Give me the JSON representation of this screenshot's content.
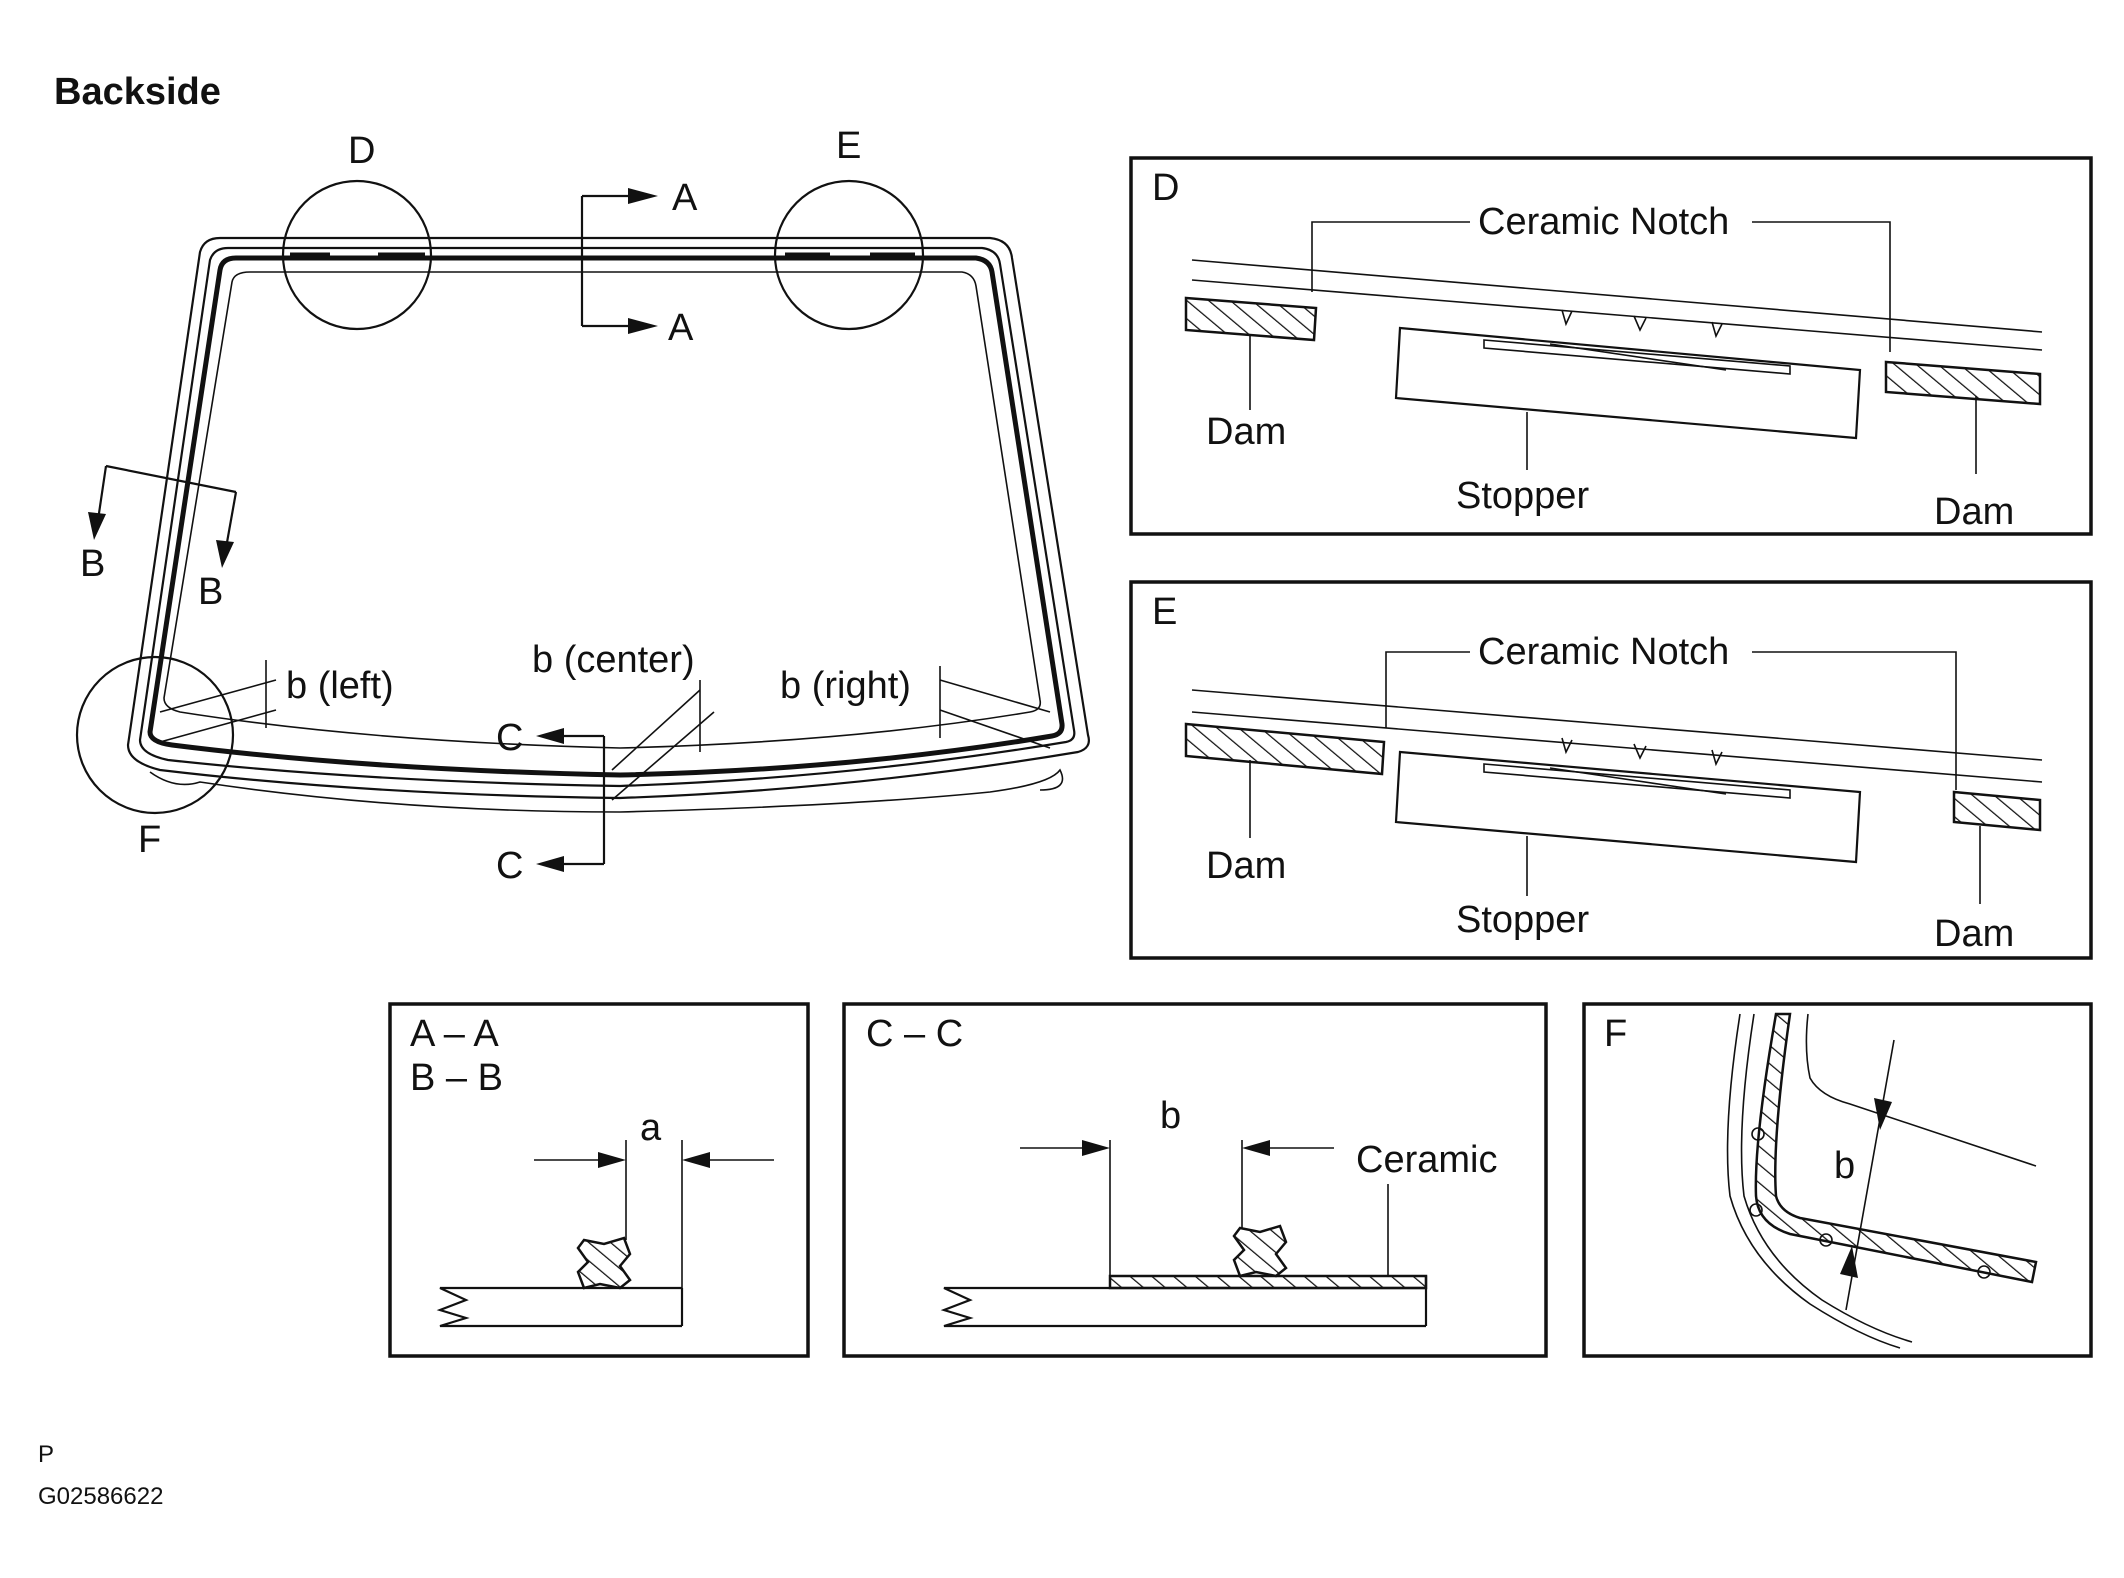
{
  "title": "Backside",
  "main_view": {
    "detail_labels": {
      "d": "D",
      "e": "E",
      "f": "F"
    },
    "section_labels": {
      "a": "A",
      "b": "B",
      "c": "C"
    },
    "dimension_labels": {
      "b_left": "b (left)",
      "b_center": "b (center)",
      "b_right": "b (right)"
    }
  },
  "detail_d": {
    "label": "D",
    "ceramic_notch": "Ceramic Notch",
    "dam_left": "Dam",
    "dam_right": "Dam",
    "stopper": "Stopper"
  },
  "detail_e": {
    "label": "E",
    "ceramic_notch": "Ceramic Notch",
    "dam_left": "Dam",
    "dam_right": "Dam",
    "stopper": "Stopper"
  },
  "section_aa_bb": {
    "title_line1": "A – A",
    "title_line2": "B – B",
    "dimension": "a"
  },
  "section_cc": {
    "title": "C – C",
    "dimension": "b",
    "ceramic": "Ceramic"
  },
  "detail_f": {
    "label": "F",
    "dimension": "b"
  },
  "footer": {
    "code_letter": "P",
    "figure_id": "G02586622"
  }
}
